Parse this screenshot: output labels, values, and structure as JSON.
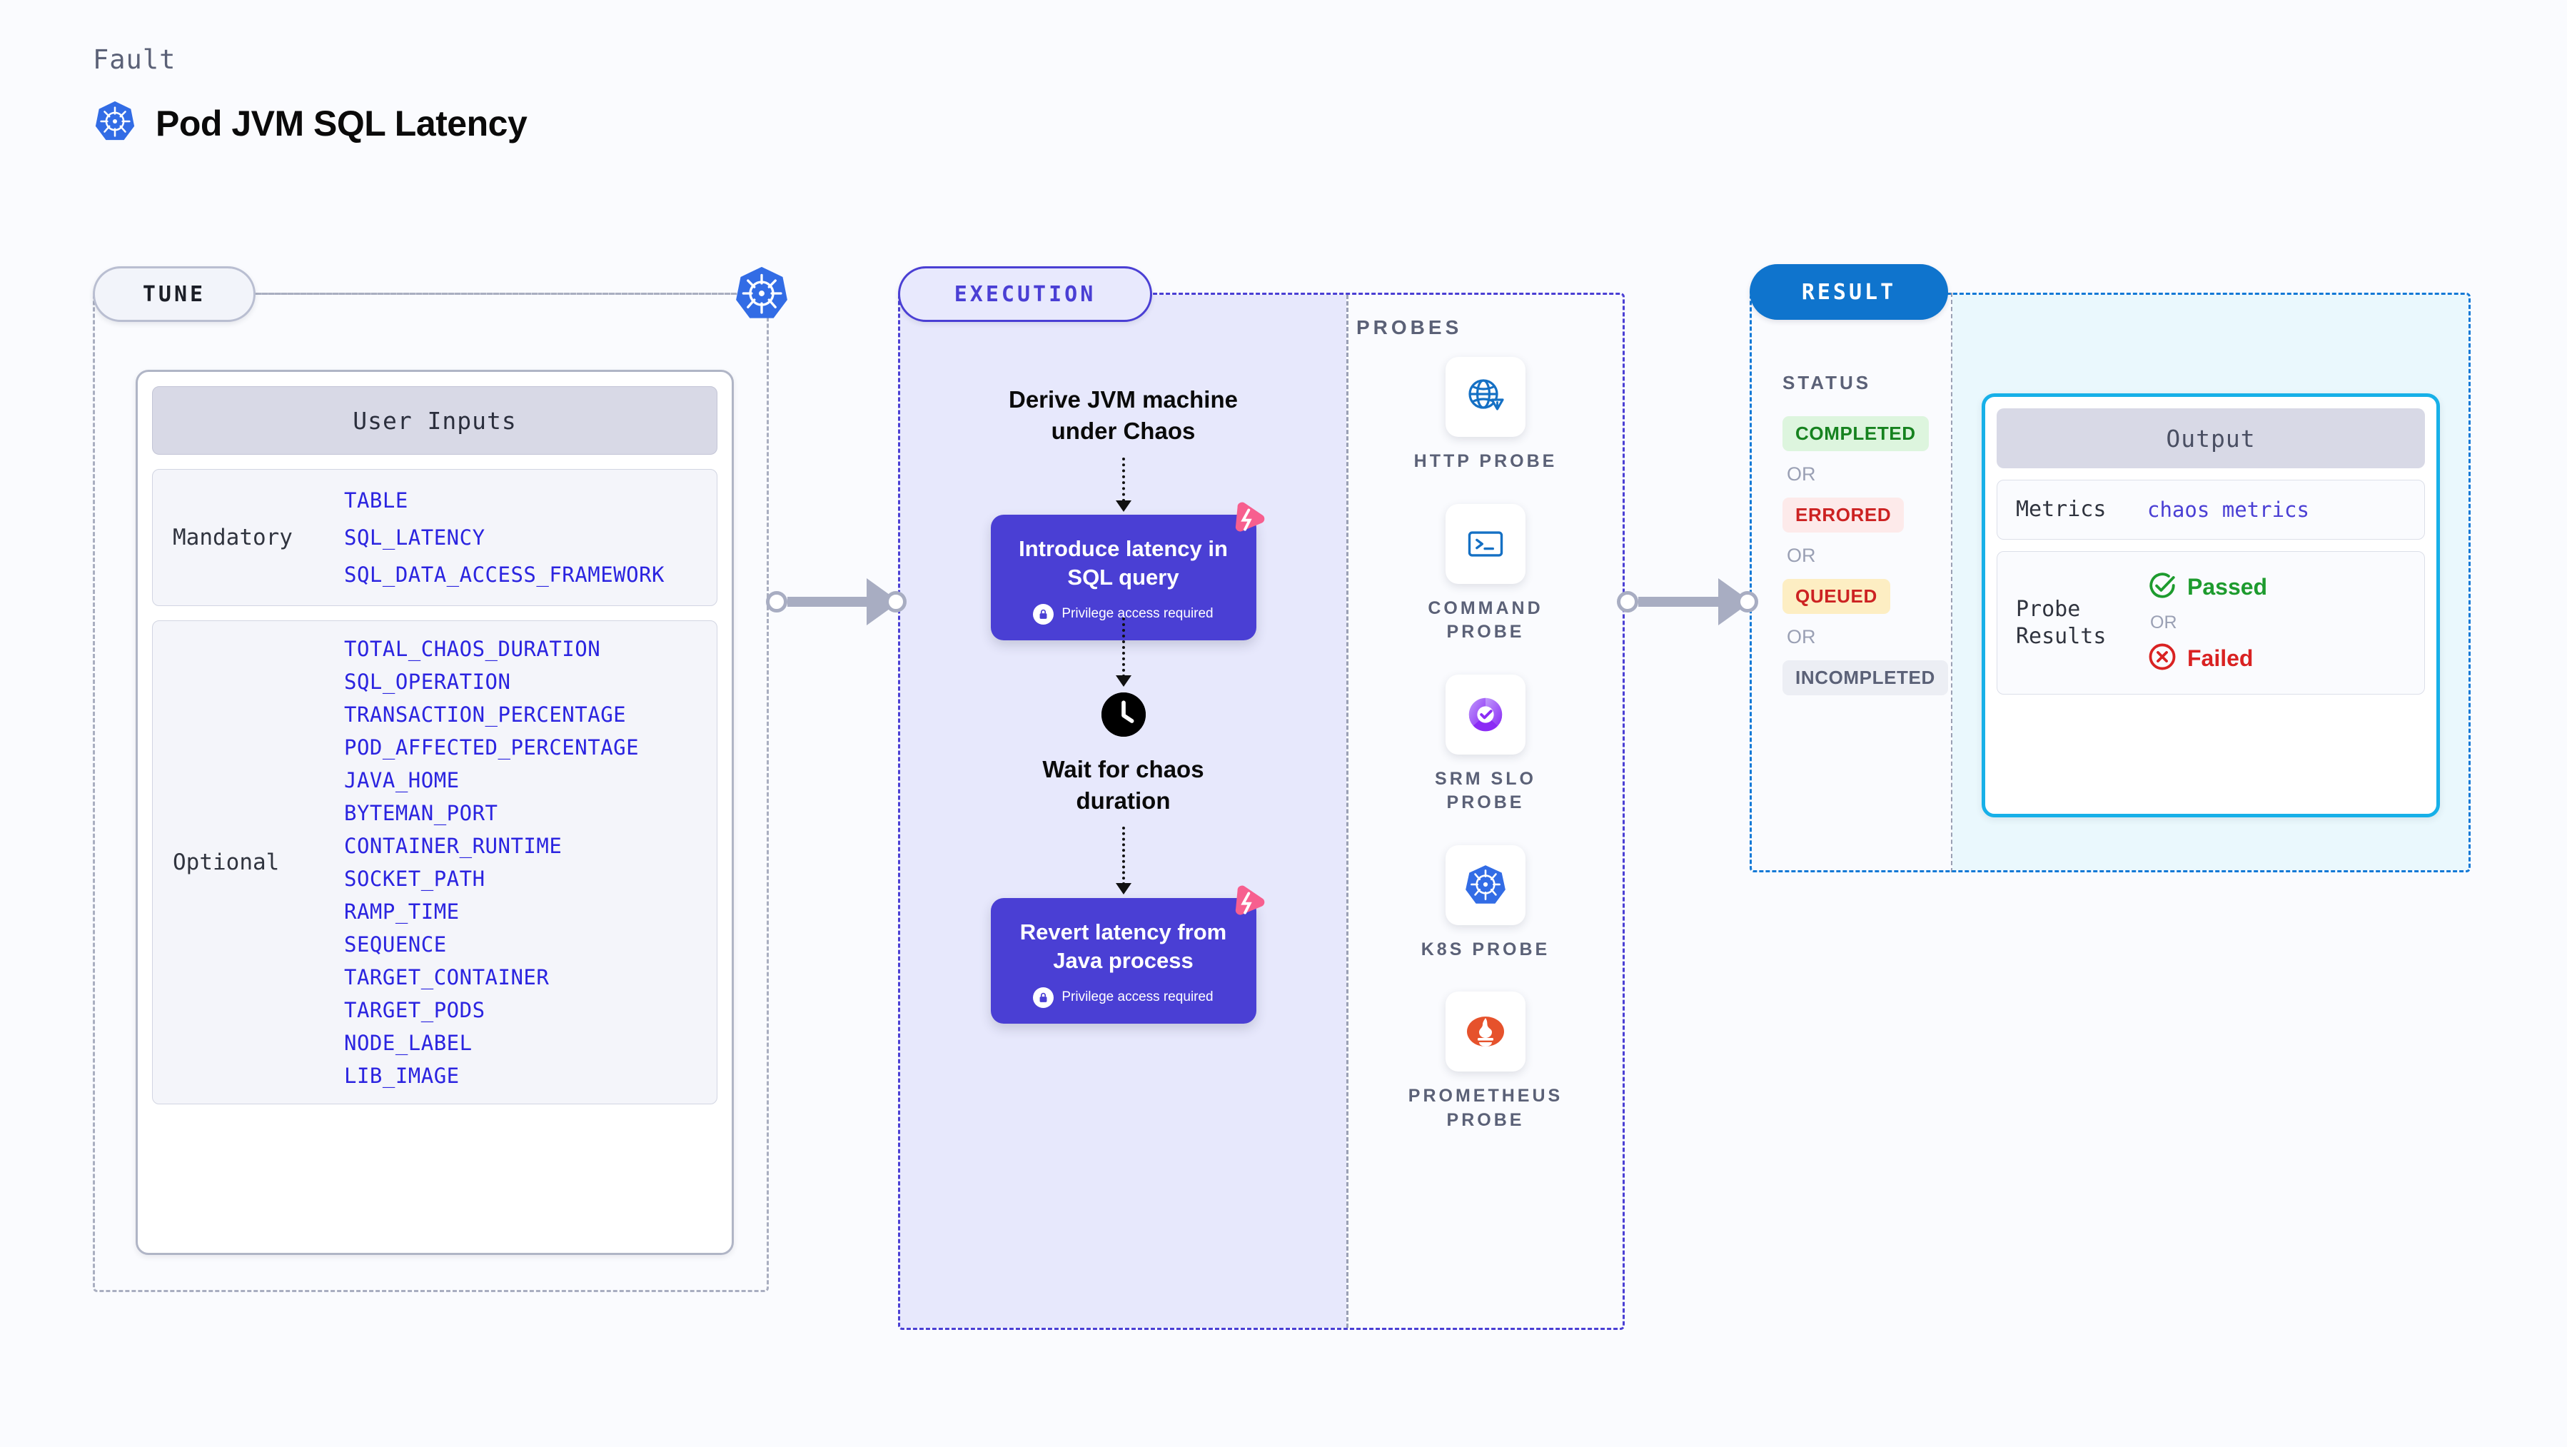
{
  "header": {
    "fault_label": "Fault",
    "title": "Pod JVM SQL Latency",
    "icon": "kubernetes-icon"
  },
  "tune": {
    "pill_label": "TUNE",
    "region_icon": "kubernetes-icon",
    "card": {
      "header": "User Inputs",
      "groups": [
        {
          "label": "Mandatory",
          "params": [
            "TABLE",
            "SQL_LATENCY",
            "SQL_DATA_ACCESS_FRAMEWORK"
          ]
        },
        {
          "label": "Optional",
          "params": [
            "TOTAL_CHAOS_DURATION",
            "SQL_OPERATION",
            "TRANSACTION_PERCENTAGE",
            "POD_AFFECTED_PERCENTAGE",
            "JAVA_HOME",
            "BYTEMAN_PORT",
            "CONTAINER_RUNTIME",
            "SOCKET_PATH",
            "RAMP_TIME",
            "SEQUENCE",
            "TARGET_CONTAINER",
            "TARGET_PODS",
            "NODE_LABEL",
            "LIB_IMAGE"
          ]
        }
      ]
    }
  },
  "execution": {
    "pill_label": "EXECUTION",
    "steps": {
      "derive": "Derive JVM machine\nunder Chaos",
      "introduce_title": "Introduce latency in\nSQL query",
      "introduce_note": "Privilege access required",
      "wait": "Wait for chaos\nduration",
      "revert_title": "Revert latency from\nJava process",
      "revert_note": "Privilege access required"
    },
    "icons": {
      "lock": "lock-icon",
      "clock": "clock-icon",
      "badge": "litmus-badge-icon"
    }
  },
  "probes": {
    "section_label": "PROBES",
    "items": [
      {
        "name": "HTTP PROBE",
        "icon": "http-globe-icon"
      },
      {
        "name": "COMMAND\nPROBE",
        "icon": "terminal-icon"
      },
      {
        "name": "SRM SLO\nPROBE",
        "icon": "srm-slo-icon"
      },
      {
        "name": "K8S PROBE",
        "icon": "kubernetes-icon"
      },
      {
        "name": "PROMETHEUS\nPROBE",
        "icon": "prometheus-icon"
      }
    ]
  },
  "result": {
    "pill_label": "RESULT",
    "status_label": "STATUS",
    "or_label": "OR",
    "statuses": [
      {
        "label": "COMPLETED",
        "bg": "#ddf5de",
        "fg": "#16821f"
      },
      {
        "label": "ERRORED",
        "bg": "#fdeaea",
        "fg": "#cc2222"
      },
      {
        "label": "QUEUED",
        "bg": "#fdeec3",
        "fg": "#cc2222"
      },
      {
        "label": "INCOMPLETED",
        "bg": "#eceef4",
        "fg": "#5b6177"
      }
    ],
    "output": {
      "header": "Output",
      "metrics_label": "Metrics",
      "metrics_value": "chaos metrics",
      "probe_results_label": "Probe\nResults",
      "passed_label": "Passed",
      "failed_label": "Failed",
      "or_label": "OR",
      "passed_icon": "check-circle-icon",
      "failed_icon": "x-circle-icon",
      "passed_color": "#1d9b2e",
      "failed_color": "#d92222"
    }
  },
  "colors": {
    "accent_purple": "#4a3fd4",
    "accent_blue": "#0f74cd",
    "accent_cyan": "#17b0e8",
    "k8s_blue": "#326ce5",
    "litmus_pink": "#f75f8f",
    "param_text": "#2b24e0"
  }
}
